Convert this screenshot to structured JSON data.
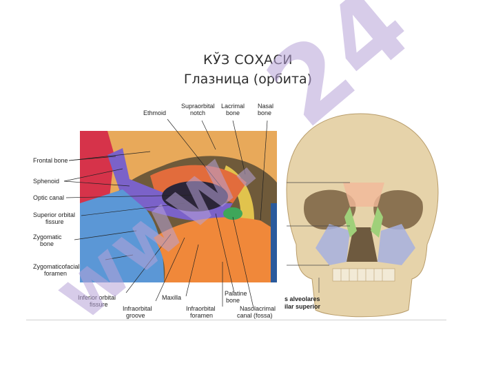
{
  "title": {
    "line1": "КЎЗ СОҲАСИ",
    "line2": "Глазница (орбита)"
  },
  "orbit_labels": {
    "top": {
      "ethmoid": "Ethmoid",
      "supraorbital_notch_1": "Supraorbital",
      "supraorbital_notch_2": "notch",
      "lacrimal_bone_1": "Lacrimal",
      "lacrimal_bone_2": "bone",
      "nasal_bone_1": "Nasal",
      "nasal_bone_2": "bone"
    },
    "left": {
      "frontal_bone": "Frontal bone",
      "sphenoid": "Sphenoid",
      "optic_canal": "Optic canal",
      "superior_orbital_fissure_1": "Superior orbital",
      "superior_orbital_fissure_2": "fissure",
      "zygomatic_bone_1": "Zygomatic",
      "zygomatic_bone_2": "bone",
      "zygomaticofacial_foramen_1": "Zygomaticofacial",
      "zygomaticofacial_foramen_2": "foramen"
    },
    "bottom": {
      "inferior_orbital_fissure_1": "Inferior orbital",
      "inferior_orbital_fissure_2": "fissure",
      "infraorbital_groove_1": "Infraorbital",
      "infraorbital_groove_2": "groove",
      "maxilla": "Maxilla",
      "infraorbital_foramen_1": "Infraorbital",
      "infraorbital_foramen_2": "foramen",
      "palatine_bone_1": "Palatine",
      "palatine_bone_2": "bone",
      "nasolacrimal_canal_1": "Nasolacrimal",
      "nasolacrimal_canal_2": "canal (fossa)"
    }
  },
  "skull_labels": {
    "alveolares": "s alveolares",
    "ilar_superior": "ilar superior"
  },
  "watermark": {
    "text_a": "24",
    "text_b": "www."
  },
  "colors": {
    "frontal": "#e8a95a",
    "sphenoid": "#7b62c9",
    "zygomatic": "#5b97d6",
    "maxilla": "#f0883a",
    "ethmoid": "#e26c3c",
    "palatine": "#3fa65a",
    "lacrimal": "#e1c34d"
  }
}
